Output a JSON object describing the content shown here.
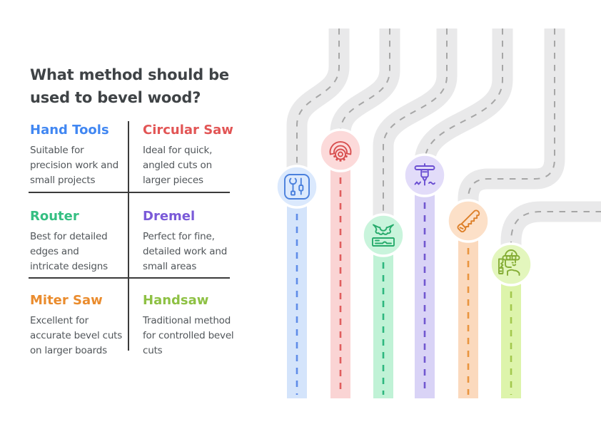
{
  "title": {
    "line1": "What method should be",
    "line2": "used to bevel wood?"
  },
  "methods": [
    {
      "name": "Hand Tools",
      "color": "#4187f2",
      "desc_lines": [
        "Suitable for",
        "precision work and",
        "small projects"
      ]
    },
    {
      "name": "Circular Saw",
      "color": "#e25555",
      "desc_lines": [
        "Ideal for quick,",
        "angled cuts on",
        "larger pieces"
      ]
    },
    {
      "name": "Router",
      "color": "#35bf82",
      "desc_lines": [
        "Best for detailed",
        "edges and",
        "intricate designs"
      ]
    },
    {
      "name": "Dremel",
      "color": "#7a5ad8",
      "desc_lines": [
        "Perfect for fine,",
        "detailed work and",
        "small areas"
      ]
    },
    {
      "name": "Miter Saw",
      "color": "#ea8c2e",
      "desc_lines": [
        "Excellent for",
        "accurate bevel cuts",
        "on larger boards"
      ]
    },
    {
      "name": "Handsaw",
      "color": "#8ec144",
      "desc_lines": [
        "Traditional method",
        "for controlled bevel",
        "cuts"
      ]
    }
  ],
  "roadmap": {
    "road_fill": "#e9e9ea",
    "road_dash": "#a6a6a6",
    "lanes": [
      {
        "icon": "hand-tools-icon",
        "band_fill": "#d4e4fb",
        "circle_fill": "#dbe9fd",
        "dash_color": "#5f8ce8",
        "icon_stroke": "#4a80dd"
      },
      {
        "icon": "circular-saw-icon",
        "band_fill": "#fad4d4",
        "circle_fill": "#fcdada",
        "dash_color": "#e05e5e",
        "icon_stroke": "#d84f4f"
      },
      {
        "icon": "router-icon",
        "band_fill": "#c0f2d6",
        "circle_fill": "#c9f4dc",
        "dash_color": "#2eb77e",
        "icon_stroke": "#27ab6c"
      },
      {
        "icon": "dremel-icon",
        "band_fill": "#d9d3f6",
        "circle_fill": "#e2dcf9",
        "dash_color": "#7157d0",
        "icon_stroke": "#6a4ed2"
      },
      {
        "icon": "miter-saw-icon",
        "band_fill": "#fbd9bd",
        "circle_fill": "#fce0c8",
        "dash_color": "#e9953f",
        "icon_stroke": "#dd7f28"
      },
      {
        "icon": "carpenter-icon",
        "band_fill": "#ddf4ab",
        "circle_fill": "#e3f6bd",
        "dash_color": "#a3c84e",
        "icon_stroke": "#85ad36"
      }
    ]
  }
}
